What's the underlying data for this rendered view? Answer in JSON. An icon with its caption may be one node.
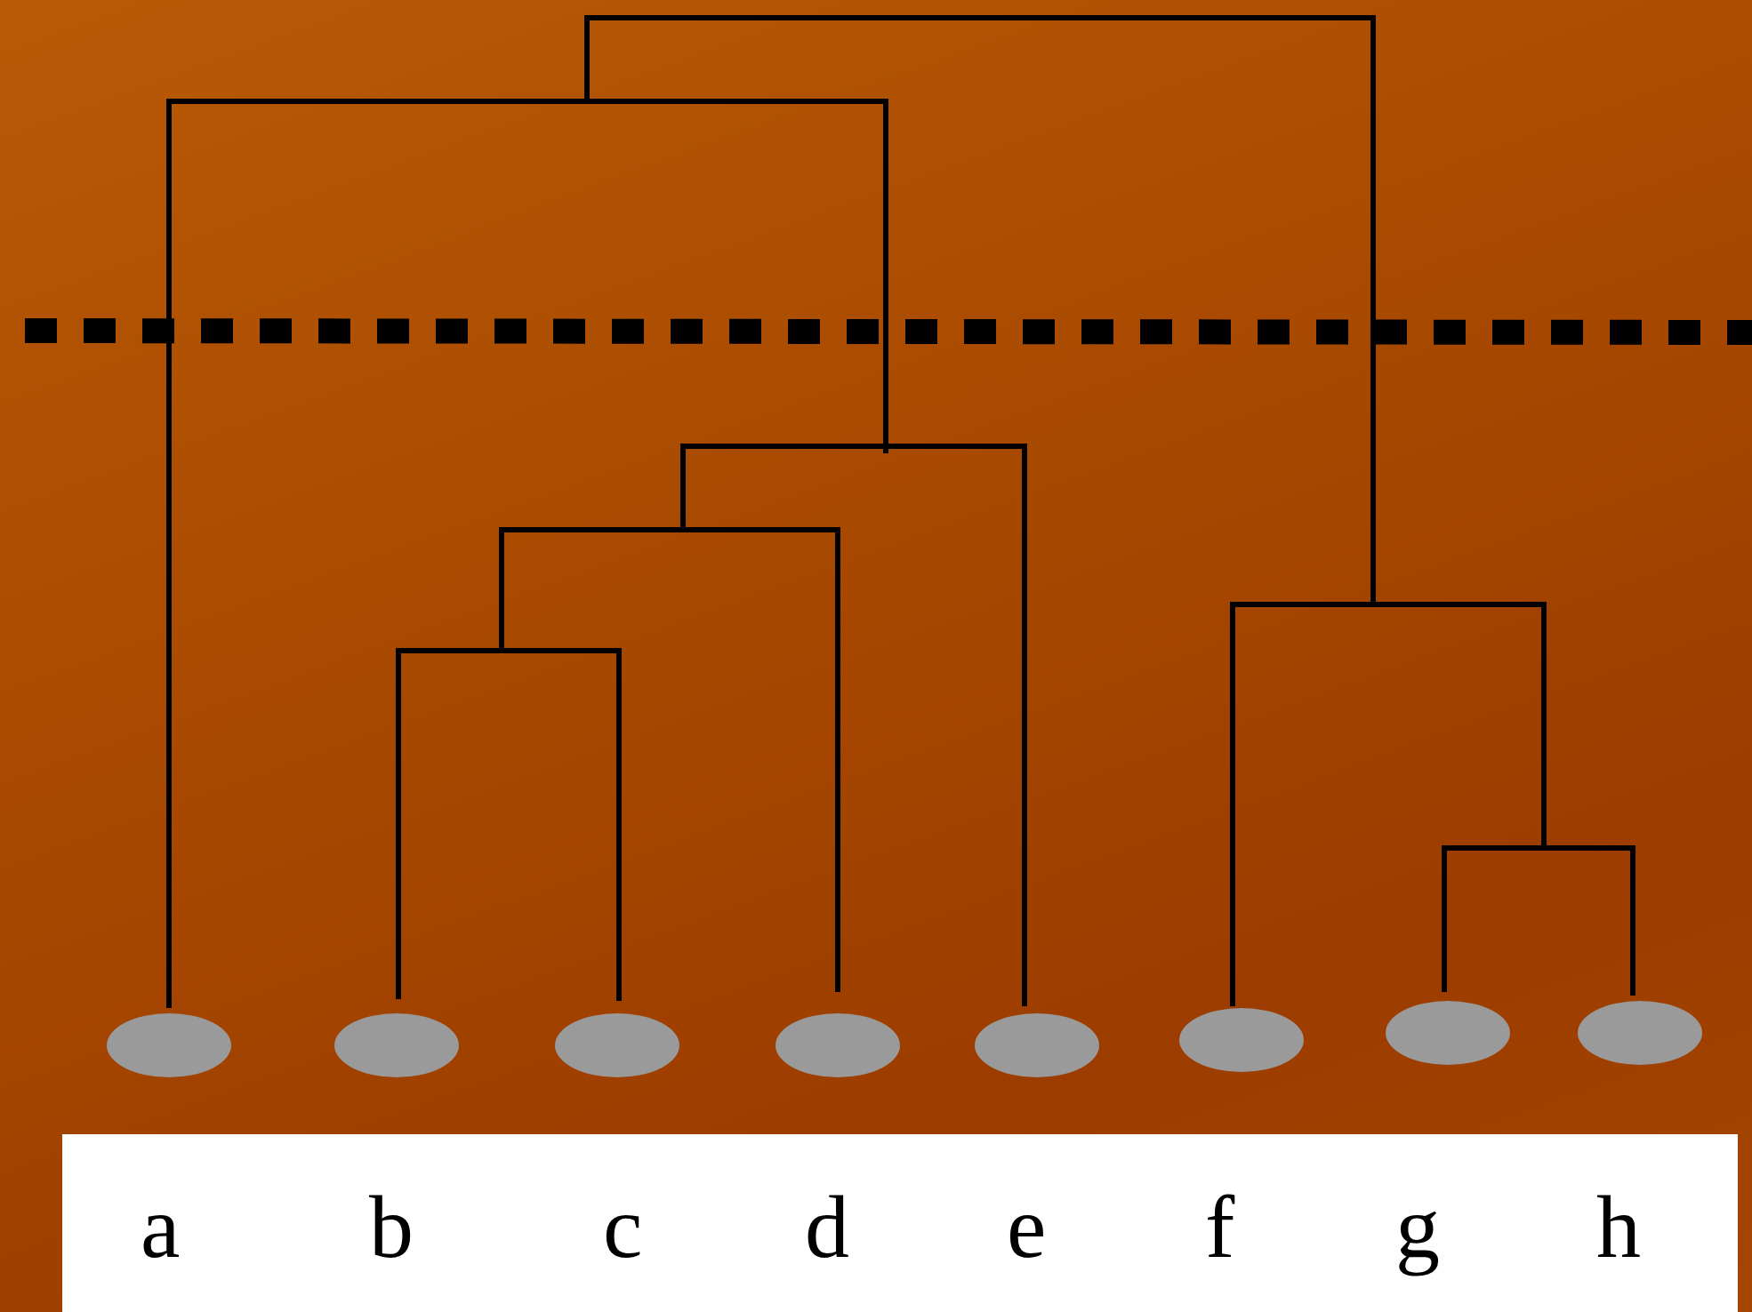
{
  "diagram": {
    "nodes": [
      {
        "text": [],
        "shape": "ellipse",
        "beside": [
          "a"
        ]
      },
      {
        "text": [],
        "shape": "ellipse",
        "beside": [
          "b"
        ]
      },
      {
        "text": [],
        "shape": "ellipse",
        "beside": [
          "c"
        ]
      },
      {
        "text": [],
        "shape": "ellipse",
        "beside": [
          "d"
        ]
      },
      {
        "text": [],
        "shape": "ellipse",
        "beside": [
          "e"
        ]
      },
      {
        "text": [],
        "shape": "ellipse",
        "beside": [
          "f"
        ]
      },
      {
        "text": [],
        "shape": "ellipse",
        "beside": [
          "g"
        ]
      },
      {
        "text": [],
        "shape": "ellipse",
        "beside": [
          "h"
        ]
      }
    ]
  }
}
